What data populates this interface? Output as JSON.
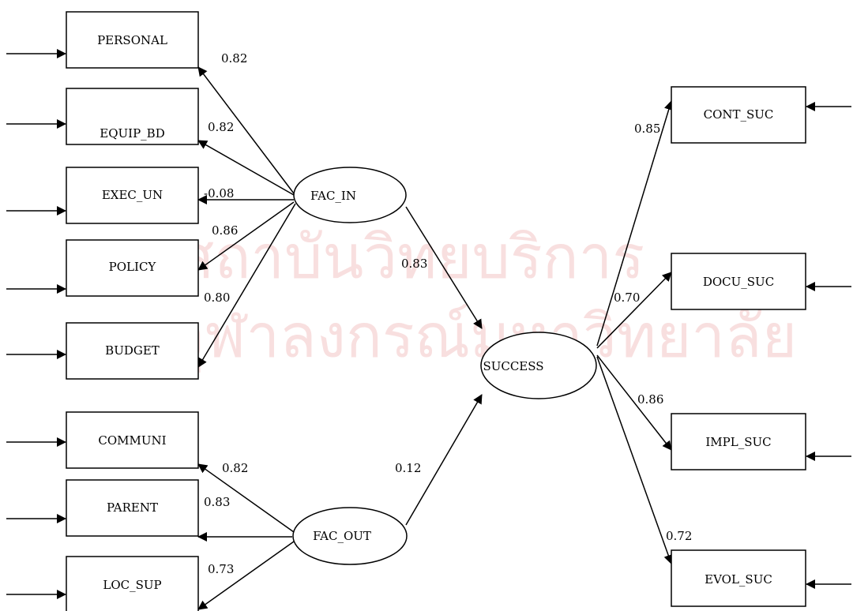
{
  "watermark": {
    "line1": "สถาบันวิทยบริการ",
    "line2": "จุฬาลงกรณ์มหาวิทยาลัย"
  },
  "nodes": {
    "personal": "PERSONAL",
    "equip_bd": "EQUIP_BD",
    "exec_un": "EXEC_UN",
    "policy": "POLICY",
    "budget": "BUDGET",
    "communi": "COMMUNI",
    "parent": "PARENT",
    "loc_sup": "LOC_SUP",
    "fac_in": "FAC_IN",
    "fac_out": "FAC_OUT",
    "success": "SUCCESS",
    "cont_suc": "CONT_SUC",
    "docu_suc": "DOCU_SUC",
    "impl_suc": "IMPL_SUC",
    "evol_suc": "EVOL_SUC"
  },
  "coefficients": {
    "fac_in_personal": "0.82",
    "fac_in_equip_bd": "0.82",
    "fac_in_exec_un": "-0.08",
    "fac_in_policy": "0.86",
    "fac_in_budget": "0.80",
    "fac_out_communi": "0.82",
    "fac_out_parent": "0.83",
    "fac_out_loc_sup": "0.73",
    "fac_in_success": "0.83",
    "fac_out_success": "0.12",
    "success_cont_suc": "0.85",
    "success_docu_suc": "0.70",
    "success_impl_suc": "0.86",
    "success_evol_suc": "0.72"
  }
}
